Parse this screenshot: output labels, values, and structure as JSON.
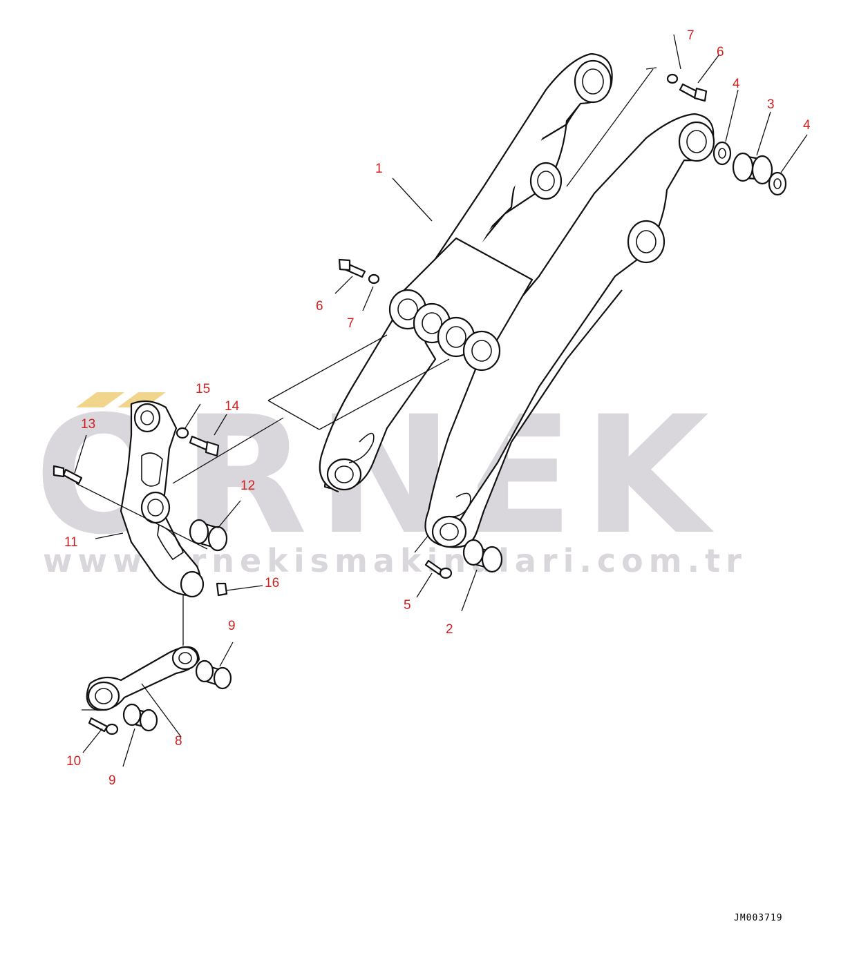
{
  "drawing_code": "JM003719",
  "watermark": {
    "brand": "ORNEK",
    "url": "www.ornekismakinalari.com.tr",
    "accent_color": "#f2d58c"
  },
  "label_color": "#d11f1f",
  "callouts": [
    {
      "id": "c7a",
      "text": "7"
    },
    {
      "id": "c6a",
      "text": "6"
    },
    {
      "id": "c4a",
      "text": "4"
    },
    {
      "id": "c3",
      "text": "3"
    },
    {
      "id": "c4b",
      "text": "4"
    },
    {
      "id": "c1",
      "text": "1"
    },
    {
      "id": "c6b",
      "text": "6"
    },
    {
      "id": "c7b",
      "text": "7"
    },
    {
      "id": "c15",
      "text": "15"
    },
    {
      "id": "c14",
      "text": "14"
    },
    {
      "id": "c13",
      "text": "13"
    },
    {
      "id": "c12",
      "text": "12"
    },
    {
      "id": "c11",
      "text": "11"
    },
    {
      "id": "c16",
      "text": "16"
    },
    {
      "id": "c5",
      "text": "5"
    },
    {
      "id": "c2",
      "text": "2"
    },
    {
      "id": "c9a",
      "text": "9"
    },
    {
      "id": "c8",
      "text": "8"
    },
    {
      "id": "c10",
      "text": "10"
    },
    {
      "id": "c9b",
      "text": "9"
    }
  ]
}
